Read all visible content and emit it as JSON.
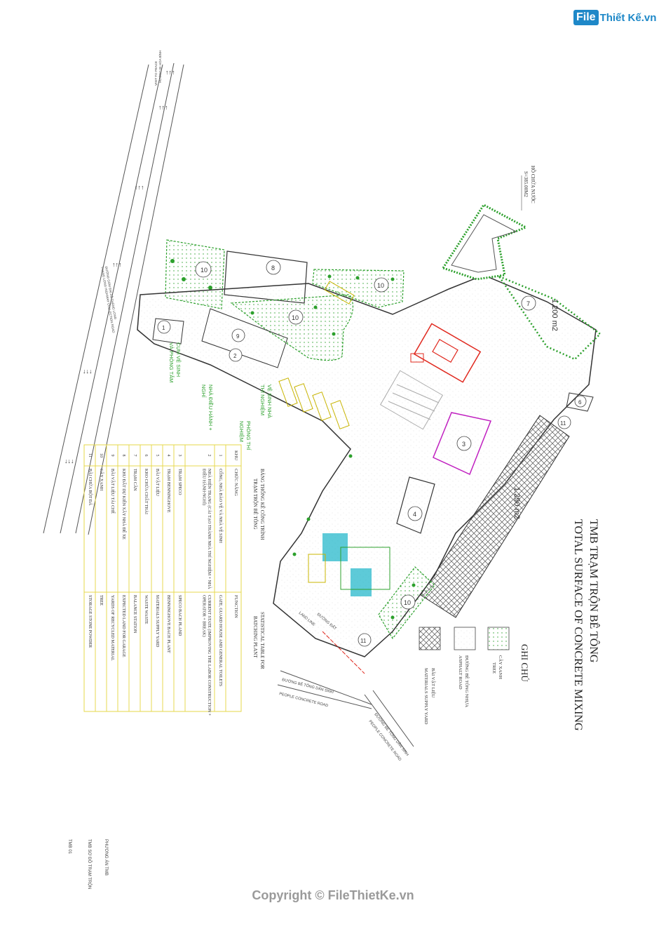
{
  "brand": {
    "logo_file": "File",
    "logo_rest": "Thiết Kế.vn"
  },
  "title": {
    "vi": "TMB TRẠM TRỘN BÊ TÔNG",
    "en": "TOTAL SURFACE OF CONCRETE MIXING"
  },
  "legend": {
    "heading": "GHI CHÚ",
    "items": [
      {
        "vi": "CÂY XANH",
        "en": "TREE"
      },
      {
        "vi": "ĐƯỜNG BÊ TÔNG NHỰA",
        "en": "ASPHALT ROAD"
      },
      {
        "vi": "BÃI VẬT LIỆU",
        "en": "MATERIALS SUPPLY YARD"
      }
    ]
  },
  "table": {
    "title_vi_1": "BẢNG THỐNG KÊ CÔNG TRÌNH",
    "title_vi_2": "TRẠM TRỘN BÊ TÔNG",
    "title_en_1": "STATISTICAL TABLE FOR",
    "title_en_2": "BATCHING PLANT",
    "headers": [
      "KHU",
      "CHỨC NĂNG",
      "FUNCTION"
    ],
    "rows": [
      [
        "1",
        "CỔNG, NHÀ BẢO VỆ VÀ NHÀ VỆ SINH",
        "GATE, GUARD HOUSE AND GENERAL TOILETS"
      ],
      [
        "2",
        "NHÀ HIỆN TRẠNG (CẢI TẠO THÀNH NHÀ THÍ NGHIỆM + NHÀ ĐIỀU HÀNH-NGHỈ)",
        "CURRENT STATE (IMPROVING THE LABOR CONSTRUCTION + OPERATOR + BREAK)"
      ],
      [
        "3",
        "TRẠM SPECO",
        "SPECO BACH PLAND"
      ],
      [
        "4",
        "TRẠM BENNINGHOVE",
        "BENNINGHOVE BACH PLANT"
      ],
      [
        "5",
        "BÃI VẬT LIỆU",
        "MATERIALS SUPPLY YARD"
      ],
      [
        "6",
        "KHO CHỨA CHẤT THẢI",
        "WASTE WASTE"
      ],
      [
        "7",
        "TRẠM CÂN",
        "BALANCE STATION"
      ],
      [
        "8",
        "KHU ĐẤT DỰ KIẾN XÂY NHÀ ĐỂ XE",
        "EXPECTED LAND FOR GARAGE"
      ],
      [
        "9",
        "BÃI VẬT LIỆU TÁI CHẾ",
        "YARDS OF RECYCLED MATERIAL"
      ],
      [
        "10",
        "CÂY XANH",
        "TREE"
      ],
      [
        "11",
        "BÃI CHỨA BỘT ĐÁ",
        "STORAGE STONE POWDER"
      ]
    ]
  },
  "site": {
    "area_1": "1.200 m2",
    "area_2": "1.290 m2",
    "pond_label": "HỒ CHỨA NƯỚC",
    "pond_area": "S=385.00M2",
    "zones": [
      "1",
      "2",
      "3",
      "4",
      "6",
      "7",
      "8",
      "9",
      "10",
      "11"
    ],
    "labels": {
      "toilet_vi_1": "CỤM VỆ SINH",
      "toilet_vi_2": "VÀ PHÒNG TẮM",
      "office_vi_1": "NHÀ ĐIỀU HÀNH +",
      "office_vi_2": "NGHỈ",
      "lab_vi_1": "PHÒNG THÍ",
      "lab_vi_2": "NGHIỆM",
      "wc_lab_1": "VỆ SINH NHÀ",
      "wc_lab_2": "THÍ NGHIỆM"
    },
    "roads": {
      "highway_1": "HƯỚNG ĐI HÒA BÌNH",
      "highway_2": "VISIT TO PEACE",
      "avenue_1": "ĐƯỜNG GOM ĐẠI LỘ THĂNG LONG",
      "avenue_2": "THANG LONG HIGHWAY COLLECTION ROAD",
      "people_vi": "ĐƯỜNG BÊ TÔNG DÂN SINH",
      "people_en": "PEOPLE CONCRETE ROAD",
      "land_line": "LAND LINE",
      "land_vi": "ĐƯỜNG ĐẤT"
    }
  },
  "sheet": {
    "line1": "PHƯƠNG ÁN TMB",
    "line2": "TMB SƠ ĐỒ TRẠM TRỘN",
    "line3": "TMB 01"
  },
  "footer": "Copyright © FileThietKe.vn",
  "colors": {
    "green": "#2ca02c",
    "brand": "#1e88c8",
    "table_border": "#e6d84a",
    "speco": "#c020c0",
    "red": "#e0281e",
    "cyan": "#18b4c8"
  }
}
